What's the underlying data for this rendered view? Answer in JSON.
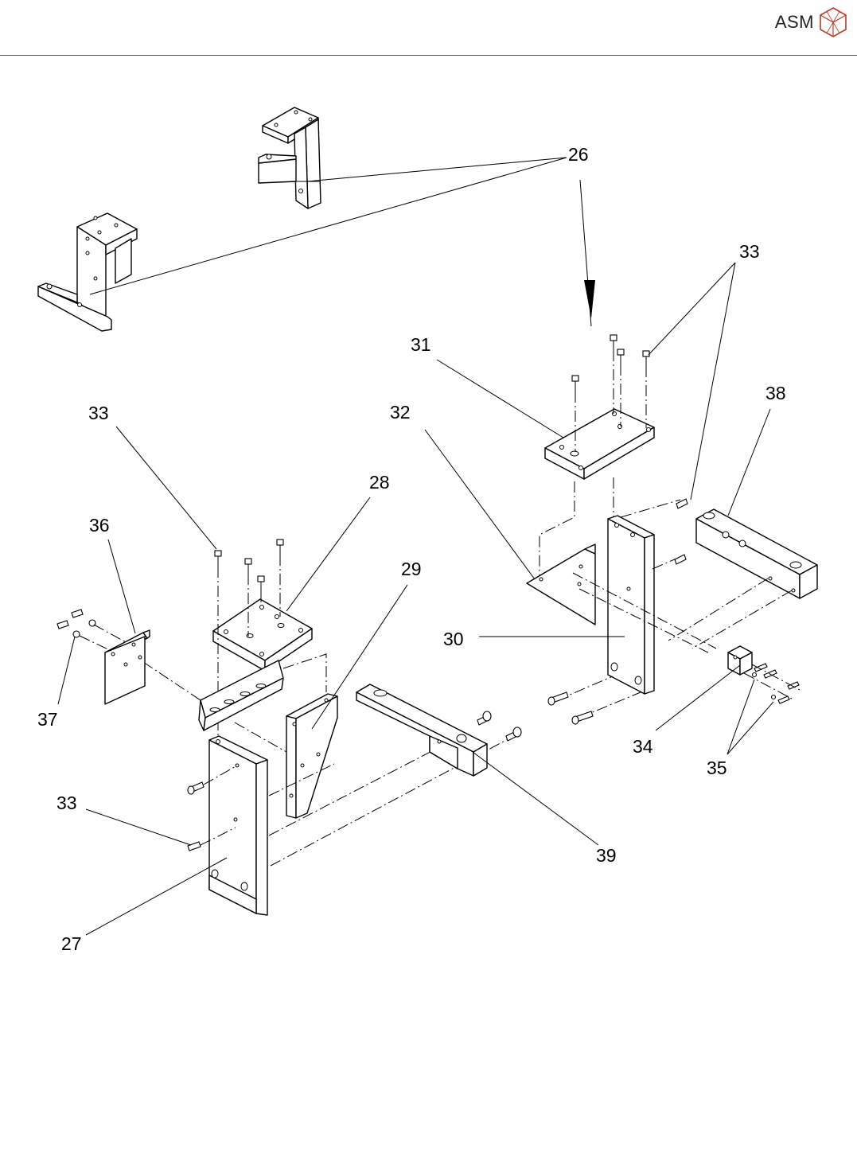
{
  "header": {
    "brand_text": "ASM",
    "logo_icon": "cube-logo-icon"
  },
  "callouts": {
    "c26": "26",
    "c27": "27",
    "c28": "28",
    "c29": "29",
    "c30": "30",
    "c31": "31",
    "c32": "32",
    "c33a": "33",
    "c33b": "33",
    "c33c": "33",
    "c33d": "33",
    "c34": "34",
    "c35": "35",
    "c36": "36",
    "c37": "37",
    "c38": "38",
    "c39": "39"
  }
}
